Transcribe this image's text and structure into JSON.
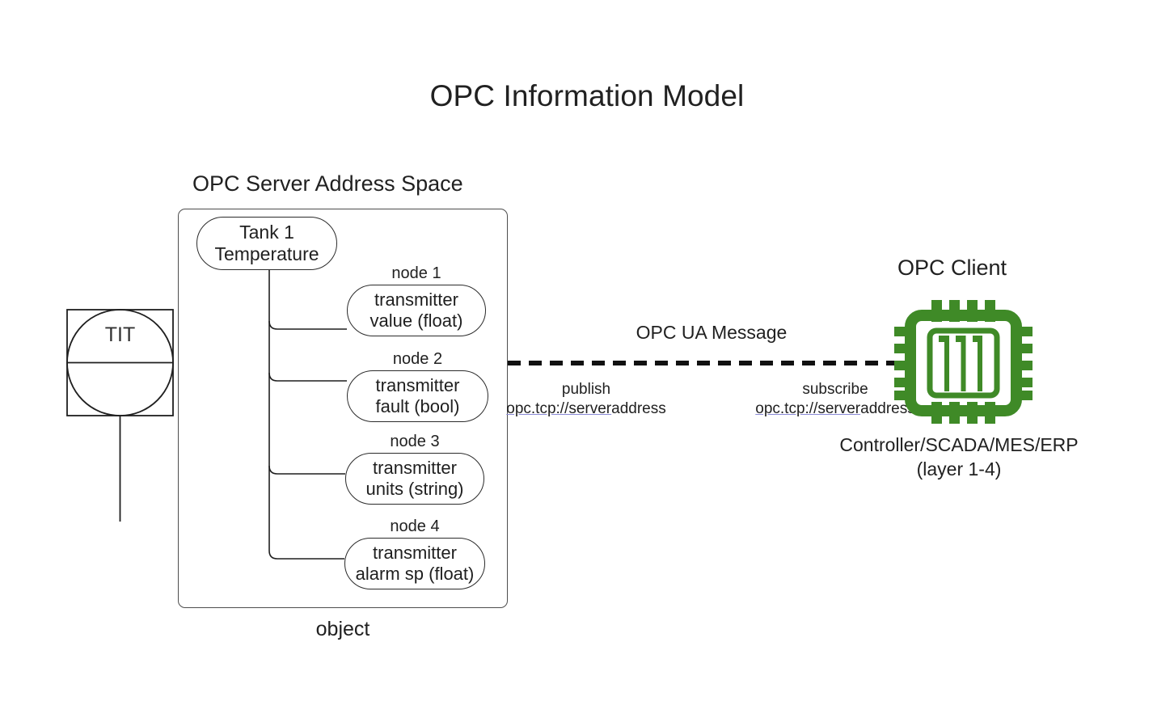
{
  "title": "OPC Information Model",
  "server": {
    "heading": "OPC Server Address Space",
    "container_label": "object",
    "root_node": {
      "line1": "Tank 1",
      "line2": "Temperature"
    },
    "nodes": [
      {
        "caption": "node 1",
        "line1": "transmitter",
        "line2": "value (float)"
      },
      {
        "caption": "node 2",
        "line1": "transmitter",
        "line2": "fault (bool)"
      },
      {
        "caption": "node 3",
        "line1": "transmitter",
        "line2": "units (string)"
      },
      {
        "caption": "node 4",
        "line1": "transmitter",
        "line2": "alarm sp (float)"
      }
    ]
  },
  "instrument": {
    "tag": "TIT"
  },
  "connection": {
    "message_label": "OPC UA Message",
    "publish": {
      "action": "publish",
      "url_link": "opc.tcp://server",
      "url_rest": "address"
    },
    "subscribe": {
      "action": "subscribe",
      "url_link": "opc.tcp://server",
      "url_rest": "address"
    }
  },
  "client": {
    "heading": "OPC Client",
    "icon": "cpu-chip-icon",
    "caption_line1": "Controller/SCADA/MES/ERP",
    "caption_line2": "(layer 1-4)"
  },
  "colors": {
    "chip_green": "#3f8a27",
    "stroke": "#2b2b2b",
    "container_stroke": "#4d4d4d",
    "link_underline": "#8a8ad6",
    "text": "#212121"
  }
}
